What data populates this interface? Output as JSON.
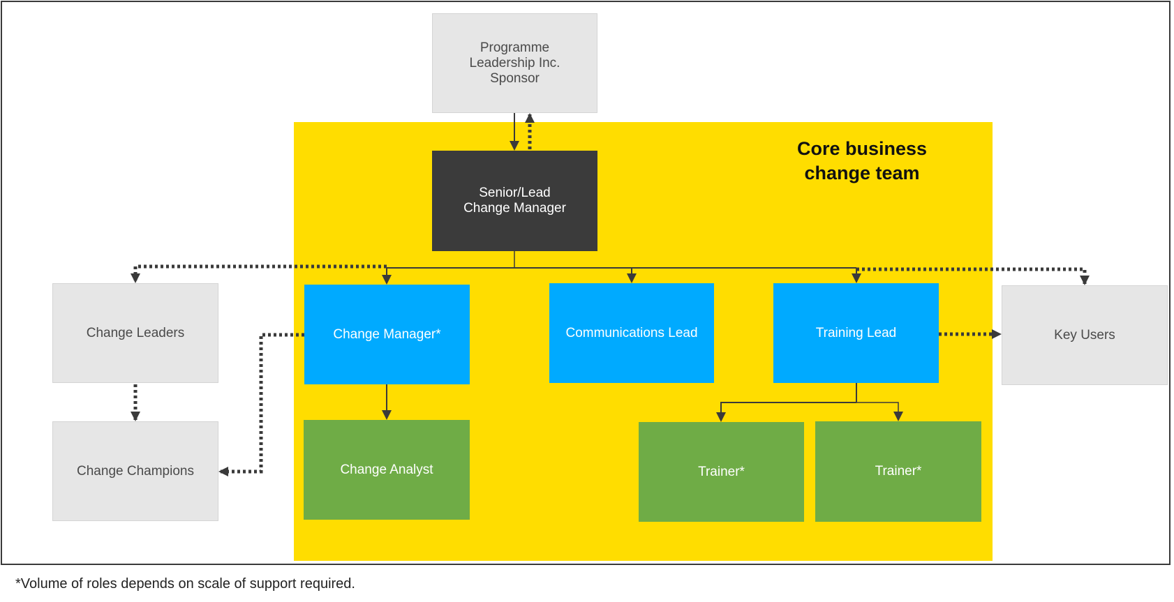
{
  "title": "Core business change team",
  "boxes": {
    "sponsor": [
      "Programme",
      "Leadership Inc.",
      "Sponsor"
    ],
    "senior": [
      "Senior/Lead",
      "Change Manager"
    ],
    "change_manager": "Change Manager*",
    "communications_lead": "Communications  Lead",
    "training_lead": "Training Lead",
    "change_analyst": "Change Analyst",
    "trainer_1": "Trainer*",
    "trainer_2": "Trainer*",
    "change_leaders": "Change Leaders",
    "change_champions": "Change Champions",
    "key_users": "Key Users"
  },
  "footnote": "*Volume of roles depends on scale of support required.",
  "colors": {
    "core_background": "#ffdd00",
    "external_box": "#e6e6e6",
    "senior_box": "#3b3b3b",
    "lead_box": "#00aaff",
    "support_box": "#6fac46",
    "connector": "#3a3a3a"
  }
}
